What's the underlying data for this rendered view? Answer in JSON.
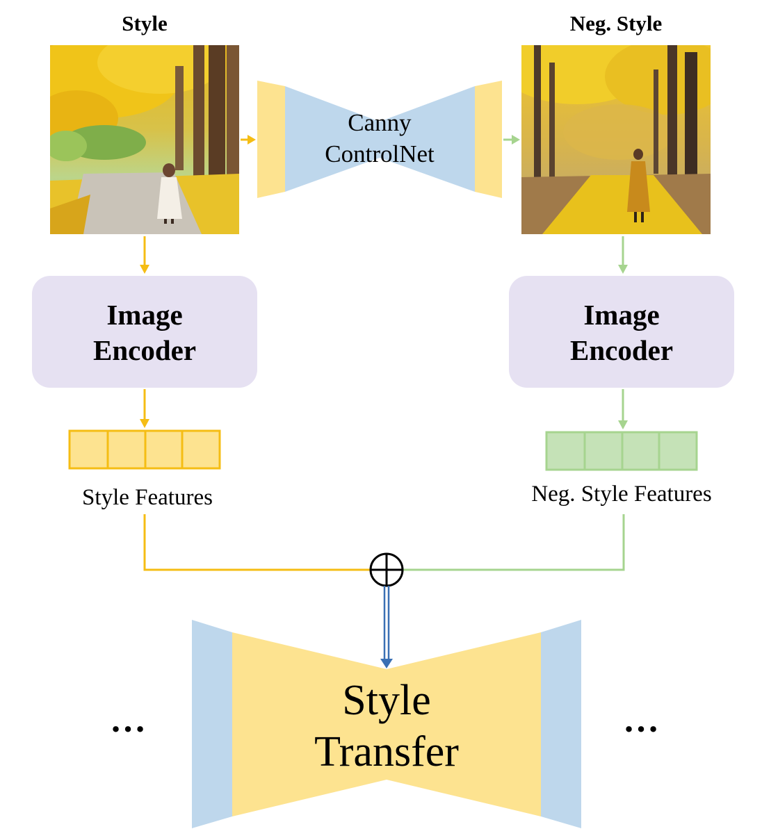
{
  "headers": {
    "style": "Style",
    "neg_style": "Neg. Style"
  },
  "controlnet": {
    "line1": "Canny",
    "line2": "ControlNet"
  },
  "encoder_left": {
    "line1": "Image",
    "line2": "Encoder"
  },
  "encoder_right": {
    "line1": "Image",
    "line2": "Encoder"
  },
  "features_left": {
    "label": "Style Features",
    "cells": 4
  },
  "features_right": {
    "label": "Neg. Style Features",
    "cells": 4
  },
  "style_transfer": {
    "line1": "Style",
    "line2": "Transfer"
  },
  "ellipsis_left": "…",
  "ellipsis_right": "…",
  "combine_symbol": "circle-plus",
  "colors": {
    "yellow": "#f5bd14",
    "yellow_fill": "#fde390",
    "green": "#a6d48f",
    "green_fill": "#c5e2b7",
    "blue_fill": "#bed7ec",
    "blue_arrow": "#3a70b4",
    "encoder_fill": "#e6e1f2"
  }
}
